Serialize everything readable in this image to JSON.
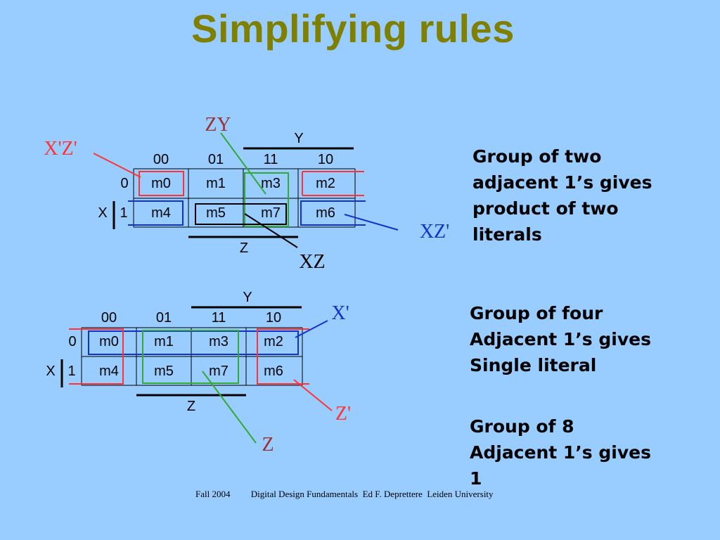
{
  "title": "Simplifying rules",
  "kmap1": {
    "col_headers": [
      "00",
      "01",
      "11",
      "10"
    ],
    "row_headers": [
      "0",
      "1"
    ],
    "cells": [
      [
        "m0",
        "m1",
        "m3",
        "m2"
      ],
      [
        "m4",
        "m5",
        "m7",
        "m6"
      ]
    ],
    "var_y": "Y",
    "var_z": "Z",
    "var_x": "X",
    "callouts": {
      "zy": "ZY",
      "xpzp": "X'Z'",
      "xzp": "XZ'",
      "xz": "XZ"
    }
  },
  "kmap2": {
    "col_headers": [
      "00",
      "01",
      "11",
      "10"
    ],
    "row_headers": [
      "0",
      "1"
    ],
    "cells": [
      [
        "m0",
        "m1",
        "m3",
        "m2"
      ],
      [
        "m4",
        "m5",
        "m7",
        "m6"
      ]
    ],
    "var_y": "Y",
    "var_z": "Z",
    "var_x": "X",
    "callouts": {
      "xp": "X'",
      "zp": "Z'",
      "z": "Z"
    }
  },
  "descriptions": {
    "two": [
      "Group of two",
      "adjacent 1’s gives",
      "product of two",
      "literals"
    ],
    "four": [
      "Group of four",
      "Adjacent 1’s gives",
      "Single literal"
    ],
    "eight": [
      "Group of 8",
      "Adjacent 1’s gives",
      "1"
    ]
  },
  "footer": "Fall 2004         Digital Design Fundamentals  Ed F. Deprettere  Leiden University",
  "colors": {
    "background": "#99ccff",
    "title": "#808000",
    "red": "#ff3333",
    "green": "#33aa33",
    "blue": "#1133cc",
    "darkred": "#993333"
  }
}
